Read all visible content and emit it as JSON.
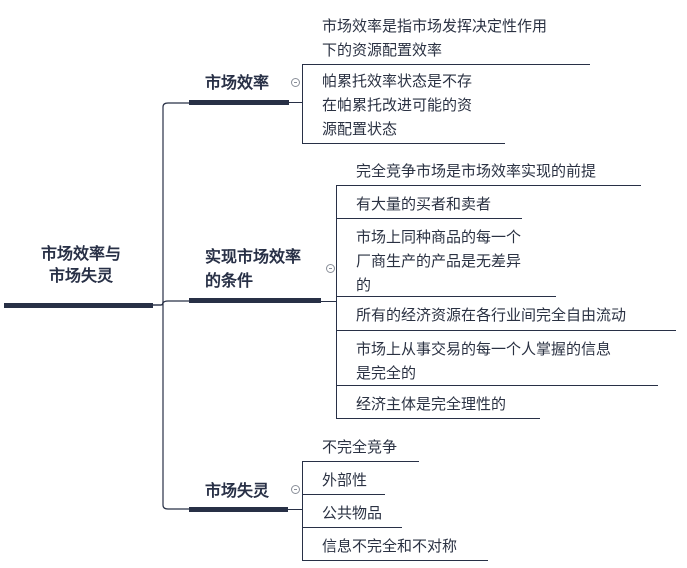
{
  "root": {
    "title_line1": "市场效率与",
    "title_line2": "市场失灵"
  },
  "branches": [
    {
      "title_line1": "市场效率",
      "collapse_icon": "collapse-minus-icon",
      "leaves": [
        {
          "line1": "市场效率是指市场发挥决定性作用",
          "line2": "下的资源配置效率"
        },
        {
          "line1": "帕累托效率状态是不存",
          "line2": "在帕累托改进可能的资",
          "line3": "源配置状态"
        }
      ]
    },
    {
      "title_line1": "实现市场效率",
      "title_line2": "的条件",
      "collapse_icon": "collapse-minus-icon",
      "leaves": [
        {
          "line1": "完全竞争市场是市场效率实现的前提"
        },
        {
          "line1": "有大量的买者和卖者"
        },
        {
          "line1": "市场上同种商品的每一个",
          "line2": "厂商生产的产品是无差异",
          "line3": "的"
        },
        {
          "line1": "所有的经济资源在各行业间完全自由流动"
        },
        {
          "line1": "市场上从事交易的每一个人掌握的信息",
          "line2": "是完全的"
        },
        {
          "line1": "经济主体是完全理性的"
        }
      ]
    },
    {
      "title_line1": "市场失灵",
      "collapse_icon": "collapse-minus-icon",
      "leaves": [
        {
          "line1": "不完全竞争"
        },
        {
          "line1": "外部性"
        },
        {
          "line1": "公共物品"
        },
        {
          "line1": "信息不完全和不对称"
        }
      ]
    }
  ],
  "colors": {
    "line": "#283046",
    "text": "#2a3142",
    "background": "#ffffff"
  }
}
